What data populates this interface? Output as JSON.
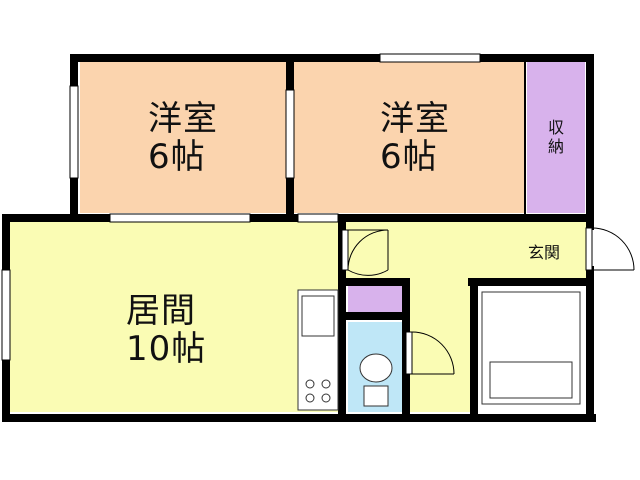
{
  "rooms": {
    "western_room_1": {
      "name": "洋室",
      "size": "6帖"
    },
    "western_room_2": {
      "name": "洋室",
      "size": "6帖"
    },
    "living_room": {
      "name": "居間",
      "size": "10帖"
    },
    "storage": {
      "name_line1": "収",
      "name_line2": "納"
    },
    "entrance": {
      "name": "玄関"
    }
  },
  "colors": {
    "western_room": "#fbd4ae",
    "living": "#fafcb4",
    "storage": "#d8b2ec",
    "bath": "#bfe7f7",
    "wall": "#000000",
    "window": "#ffffff"
  }
}
